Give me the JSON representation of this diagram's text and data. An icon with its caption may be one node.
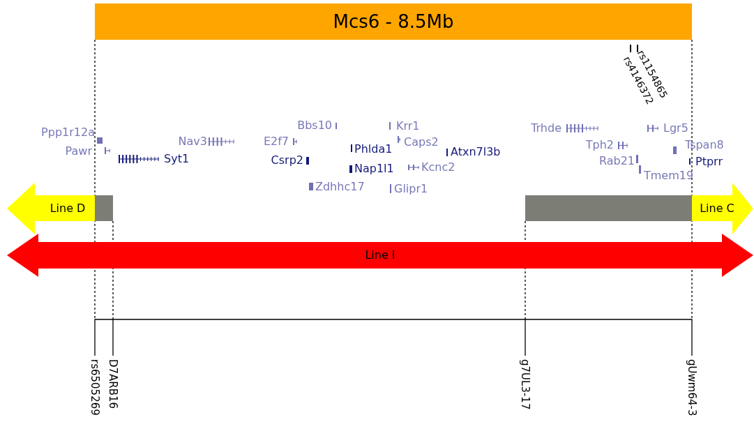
{
  "diagram": {
    "nodes": [
      {
        "text": [
          "Mcs6 - 8.5Mb"
        ]
      },
      {
        "text": [
          "Line D"
        ]
      },
      {
        "text": [],
        "shape": "bar"
      },
      {
        "text": [],
        "shape": "bar"
      },
      {
        "text": [
          "Line C"
        ]
      },
      {
        "text": [
          "Line I"
        ]
      }
    ],
    "labels": [
      "rs1154865",
      "rs4146372",
      "Ppp1r12a",
      "Bbs10",
      "Krr1",
      "Trhde",
      "Lgr5",
      "Nav3",
      "E2f7",
      "Caps2",
      "Tph2",
      "Tspan8",
      "Pawr",
      "Phlda1",
      "Atxn7l3b",
      "Syt1",
      "Csrp2",
      "Nap1l1",
      "Kcnc2",
      "Rab21",
      "Ptprr",
      "Tmem19",
      "Zdhhc17",
      "Glipr1",
      "rs6505269",
      "D7ARB16",
      "g7UL3-17",
      "gUwm64-3"
    ]
  }
}
